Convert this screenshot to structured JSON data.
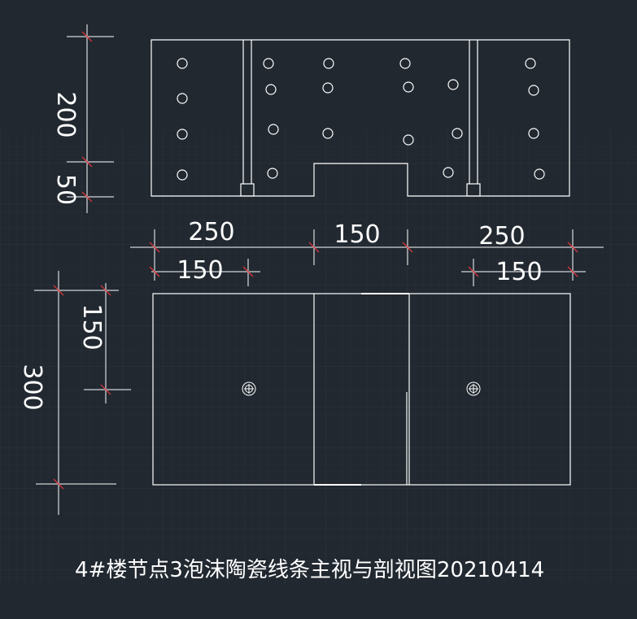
{
  "drawing": {
    "caption": "4#楼节点3泡沫陶瓷线条主视与剖视图20210414",
    "background": "#212830",
    "grid_color": "#2c343d",
    "line_color": "#ffffff",
    "tick_color": "#d7353b"
  },
  "dims": {
    "d200": "200",
    "d50": "50",
    "d250_left": "250",
    "d150_mid": "150",
    "d250_right": "250",
    "d150_left_sub": "150",
    "d150_right_sub": "150",
    "d150_vert": "150",
    "d300_vert": "300"
  }
}
